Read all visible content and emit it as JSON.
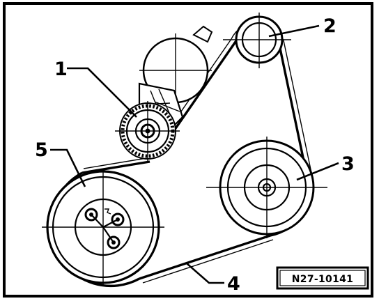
{
  "labels": {
    "one": "1",
    "two": "2",
    "three": "3",
    "four": "4",
    "five": "5"
  },
  "reference": "N27-10141"
}
